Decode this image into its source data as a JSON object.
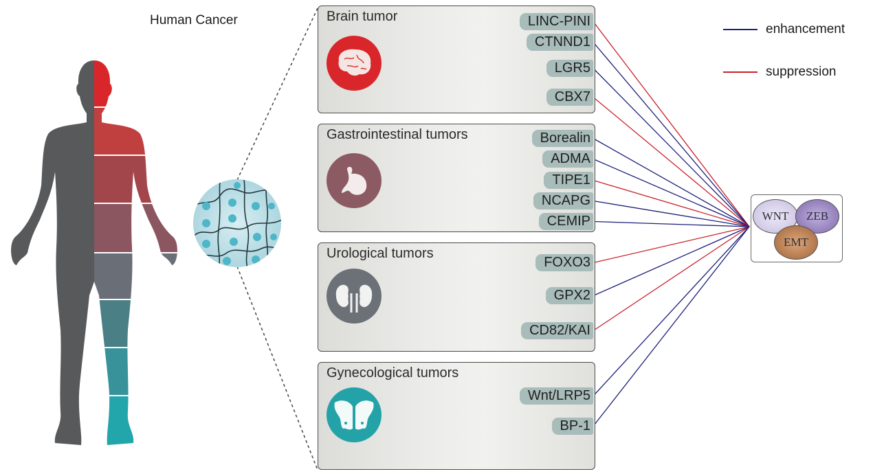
{
  "title": "Human Cancer",
  "legend": [
    {
      "label": "enhancement",
      "color": "#1c1f7a"
    },
    {
      "label": "suppression",
      "color": "#c8202a"
    }
  ],
  "body_figure": {
    "left_color": "#58595b",
    "segment_colors": [
      "#d9262b",
      "#c0403f",
      "#a2464c",
      "#8b5660",
      "#6a6e76",
      "#4a7f86",
      "#37929a",
      "#22a5ab"
    ]
  },
  "categories": [
    {
      "name": "Brain tumor",
      "icon": "brain-icon",
      "icon_color": "#d9262b",
      "genes": [
        {
          "name": "LINC-PINI",
          "effect": "suppression"
        },
        {
          "name": "CTNND1",
          "effect": "enhancement"
        },
        {
          "name": "LGR5",
          "effect": "enhancement"
        },
        {
          "name": "CBX7",
          "effect": "suppression"
        }
      ]
    },
    {
      "name": "Gastrointestinal tumors",
      "icon": "stomach-icon",
      "icon_color": "#8c5a62",
      "genes": [
        {
          "name": "Borealin",
          "effect": "enhancement"
        },
        {
          "name": "ADMA",
          "effect": "enhancement"
        },
        {
          "name": "TIPE1",
          "effect": "suppression"
        },
        {
          "name": "NCAPG",
          "effect": "enhancement"
        },
        {
          "name": "CEMIP",
          "effect": "enhancement"
        }
      ]
    },
    {
      "name": "Urological tumors",
      "icon": "kidney-icon",
      "icon_color": "#6b7177",
      "genes": [
        {
          "name": "FOXO3",
          "effect": "suppression"
        },
        {
          "name": "GPX2",
          "effect": "enhancement"
        },
        {
          "name": "CD82/KAI",
          "effect": "suppression"
        }
      ]
    },
    {
      "name": "Gynecological tumors",
      "icon": "pelvis-icon",
      "icon_color": "#23a2a8",
      "genes": [
        {
          "name": "Wnt/LRP5",
          "effect": "enhancement"
        },
        {
          "name": "BP-1",
          "effect": "enhancement"
        }
      ]
    }
  ],
  "hub": {
    "nodes": [
      {
        "label": "WNT",
        "color": "#d9d2ea"
      },
      {
        "label": "ZEB",
        "color": "#9d86c2"
      },
      {
        "label": "EMT",
        "color": "#b7794a"
      }
    ]
  }
}
